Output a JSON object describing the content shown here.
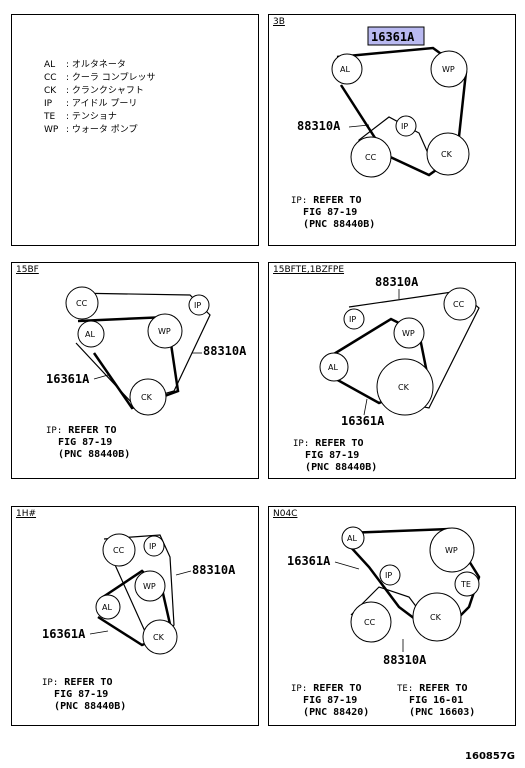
{
  "legend": [
    {
      "abbr": "AL",
      "desc": "オルタネータ"
    },
    {
      "abbr": "CC",
      "desc": "クーラ コンプレッサ"
    },
    {
      "abbr": "CK",
      "desc": "クランクシャフト"
    },
    {
      "abbr": "IP",
      "desc": "アイドル プーリ"
    },
    {
      "abbr": "TE",
      "desc": "テンショナ"
    },
    {
      "abbr": "WP",
      "desc": "ウォータ ポンプ"
    }
  ],
  "labels": {
    "al": "AL",
    "wp": "WP",
    "cc": "CC",
    "ck": "CK",
    "ip": "IP",
    "te": "TE",
    "belt_a": "16361A",
    "belt_b": "88310A"
  },
  "panels": {
    "p3b": {
      "title": "3B",
      "note_prefix": "IP:",
      "note_line1": "REFER TO",
      "note_line2": "FIG 87-19",
      "note_line3": "(PNC 88440B)"
    },
    "p15bf": {
      "title": "15BF",
      "note_prefix": "IP:",
      "note_line1": "REFER TO",
      "note_line2": "FIG 87-19",
      "note_line3": "(PNC 88440B)"
    },
    "p15bfte": {
      "title": "15BFTE,1BZFPE",
      "note_prefix": "IP:",
      "note_line1": "REFER TO",
      "note_line2": "FIG 87-19",
      "note_line3": "(PNC 88440B)"
    },
    "p1hz": {
      "title": "1H#",
      "note_prefix": "IP:",
      "note_line1": "REFER TO",
      "note_line2": "FIG 87-19",
      "note_line3": "(PNC 88440B)"
    },
    "pn04c": {
      "title": "N04C",
      "note_prefix": "IP:",
      "note_line1": "REFER TO",
      "note_line2": "FIG 87-19",
      "note_line3": "(PNC 88420)",
      "note2_prefix": "TE:",
      "note2_line1": "REFER TO",
      "note2_line2": "FIG 16-01",
      "note2_line3": "(PNC 16603)"
    }
  },
  "figure_number": "160857G",
  "colors": {
    "highlight": "#b9b9f0"
  }
}
